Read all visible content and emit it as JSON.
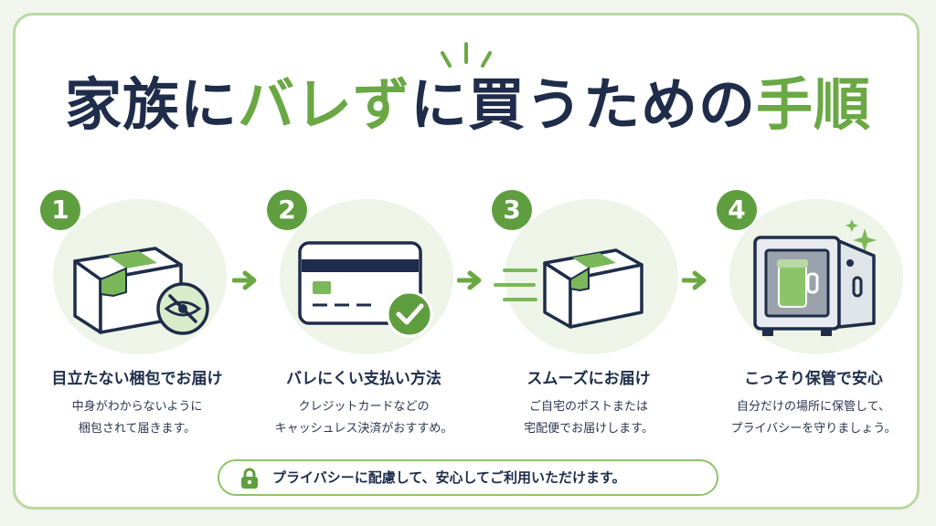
{
  "title": {
    "part1": "家族に",
    "part2": "バレず",
    "part3": "に買うための",
    "part4": "手順"
  },
  "colors": {
    "accent": "#6aa844",
    "navy": "#1f2d4a",
    "bubble": "#eef5e8"
  },
  "steps": [
    {
      "number": "1",
      "title": "目立たない梱包でお届け",
      "desc1": "中身がわからないように",
      "desc2": "梱包されて届きます。",
      "icon": "box-hidden-eye-icon"
    },
    {
      "number": "2",
      "title": "バレにくい支払い方法",
      "desc1": "クレジットカードなどの",
      "desc2": "キャッシュレス決済がおすすめ。",
      "icon": "credit-card-check-icon"
    },
    {
      "number": "3",
      "title": "スムーズにお届け",
      "desc1": "ご自宅のポストまたは",
      "desc2": "宅配便でお届けします。",
      "icon": "fast-delivery-box-icon"
    },
    {
      "number": "4",
      "title": "こっそり保管で安心",
      "desc1": "自分だけの場所に保管して、",
      "desc2": "プライバシーを守りましょう。",
      "icon": "safe-box-icon"
    }
  ],
  "notice": {
    "text": "プライバシーに配慮して、安心してご利用いただけます。",
    "icon": "lock-icon"
  }
}
